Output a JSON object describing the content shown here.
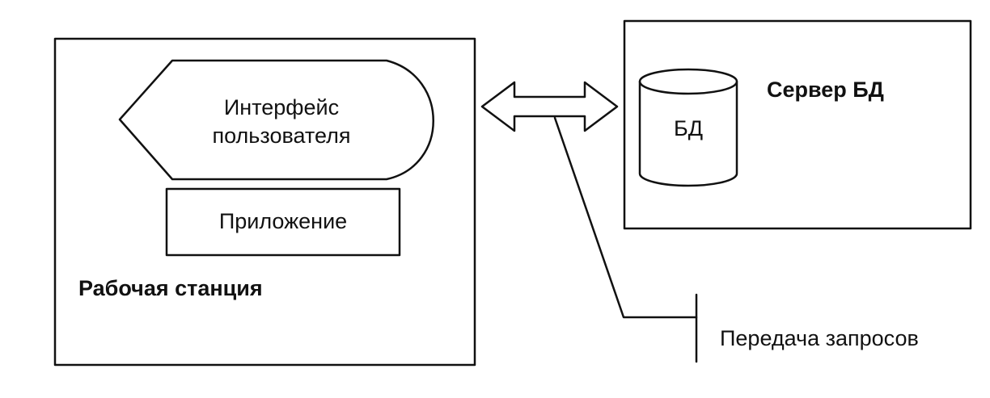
{
  "workstation": {
    "title": "Рабочая станция",
    "ui_label_line1": "Интерфейс",
    "ui_label_line2": "пользователя",
    "app_label": "Приложение"
  },
  "server": {
    "title": "Сервер БД",
    "db_label": "БД"
  },
  "connector": {
    "label": "Передача запросов"
  },
  "colors": {
    "stroke": "#111111",
    "background": "#ffffff"
  }
}
